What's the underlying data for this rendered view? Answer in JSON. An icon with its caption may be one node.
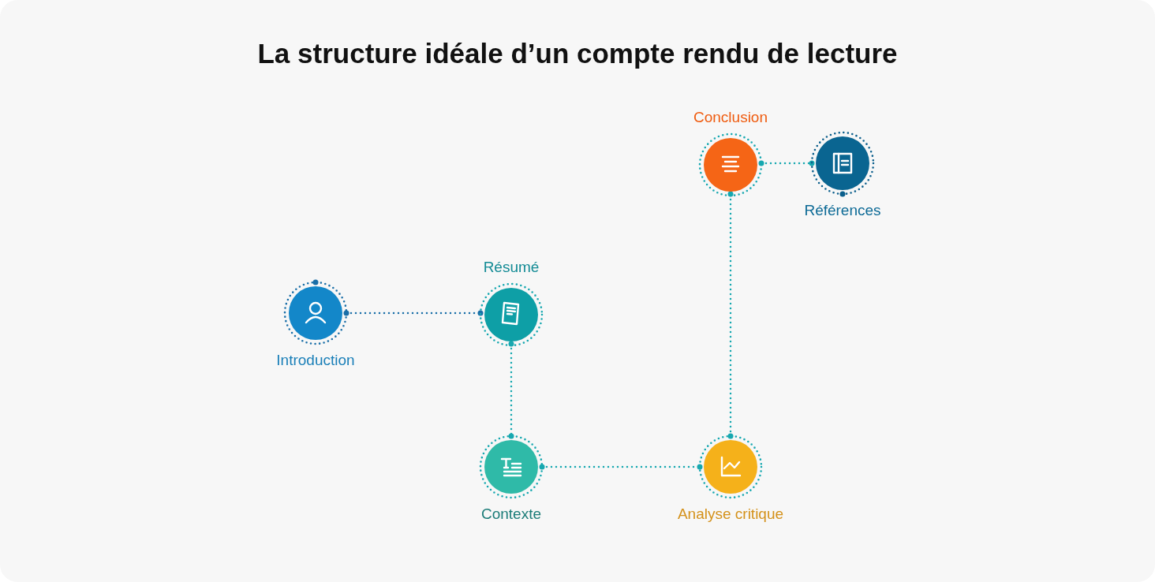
{
  "diagram": {
    "title": "La structure idéale d’un compte rendu de lecture",
    "nodes": [
      {
        "text": [
          "Introduction"
        ]
      },
      {
        "text": [
          "Résumé"
        ]
      },
      {
        "text": [
          "Contexte"
        ]
      },
      {
        "text": [
          "Analyse critique"
        ]
      },
      {
        "text": [
          "Conclusion"
        ]
      },
      {
        "text": [
          "Références"
        ]
      }
    ],
    "edges": [
      {
        "from": 0,
        "to": 1,
        "arrow": "other",
        "color": "#1a6fa8"
      },
      {
        "from": 1,
        "to": 2,
        "arrow": "other"
      },
      {
        "from": 2,
        "to": 3,
        "arrow": "other"
      },
      {
        "from": 3,
        "to": 4,
        "arrow": "other"
      },
      {
        "from": 4,
        "to": 5,
        "arrow": "other"
      }
    ]
  }
}
